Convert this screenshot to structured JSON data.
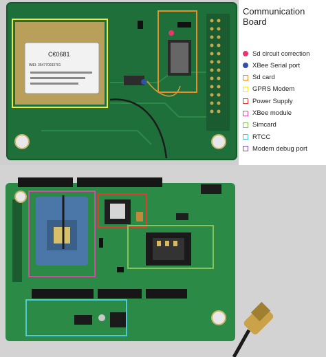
{
  "legend": {
    "title": "Communication Board",
    "items": [
      {
        "label": "Sd circuit correction",
        "color": "#e8356c",
        "marker": "dot"
      },
      {
        "label": "XBee Serial port",
        "color": "#2f4fa8",
        "marker": "dot"
      },
      {
        "label": "Sd card",
        "color": "#f08a24",
        "marker": "square"
      },
      {
        "label": "GPRS Modem",
        "color": "#f2e640",
        "marker": "square"
      },
      {
        "label": "Power Supply",
        "color": "#e23a2e",
        "marker": "square"
      },
      {
        "label": "XBee module",
        "color": "#d64aa6",
        "marker": "square"
      },
      {
        "label": "Simcard",
        "color": "#86c45a",
        "marker": "square"
      },
      {
        "label": "RTCC",
        "color": "#4ec9d8",
        "marker": "square"
      },
      {
        "label": "Modem debug port",
        "color": "#7d52a8",
        "marker": "square"
      }
    ]
  },
  "board_text": {
    "top_label_1": "C€0681",
    "top_label_2": "IMEI: 354770033701"
  }
}
